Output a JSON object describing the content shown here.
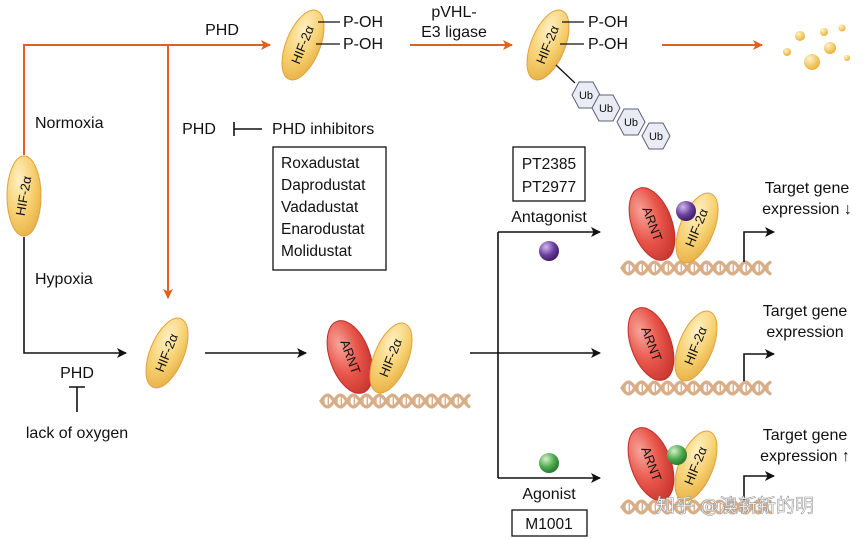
{
  "molecules": {
    "hif": "HIF-2α",
    "arnt": "ARNT",
    "phosphate": "P-OH",
    "ubiquitin": "Ub"
  },
  "labels": {
    "normoxia": "Normoxia",
    "hypoxia": "Hypoxia",
    "phd": "PHD",
    "vhl_line1": "pVHL-",
    "vhl_line2": "E3 ligase",
    "phd_inhibitors": "PHD inhibitors",
    "lack_of_oxygen": "lack of oxygen",
    "antagonist": "Antagonist",
    "agonist": "Agonist"
  },
  "phd_inhibitors": [
    "Roxadustat",
    "Daprodustat",
    "Vadadustat",
    "Enarodustat",
    "Molidustat"
  ],
  "antagonists": [
    "PT2385",
    "PT2977"
  ],
  "agonists": [
    "M1001"
  ],
  "outcomes": {
    "down_line1": "Target gene",
    "down_line2": "expression ↓",
    "base_line1": "Target gene",
    "base_line2": "expression",
    "up_line1": "Target gene",
    "up_line2": "expression ↑"
  },
  "watermark": "知乎 @溴新新的明",
  "colors": {
    "hif_fill": "#F6CF6E",
    "hif_stroke": "#E2A23A",
    "arnt_fill": "#E9564B",
    "arnt_stroke": "#BE2E2A",
    "normoxia_arrow": "#E0601F",
    "antagonist": "#6A3E9E",
    "agonist": "#4DAA4F",
    "dna": "#D7AE87",
    "ubiquitin_stroke": "#5A5F78"
  }
}
